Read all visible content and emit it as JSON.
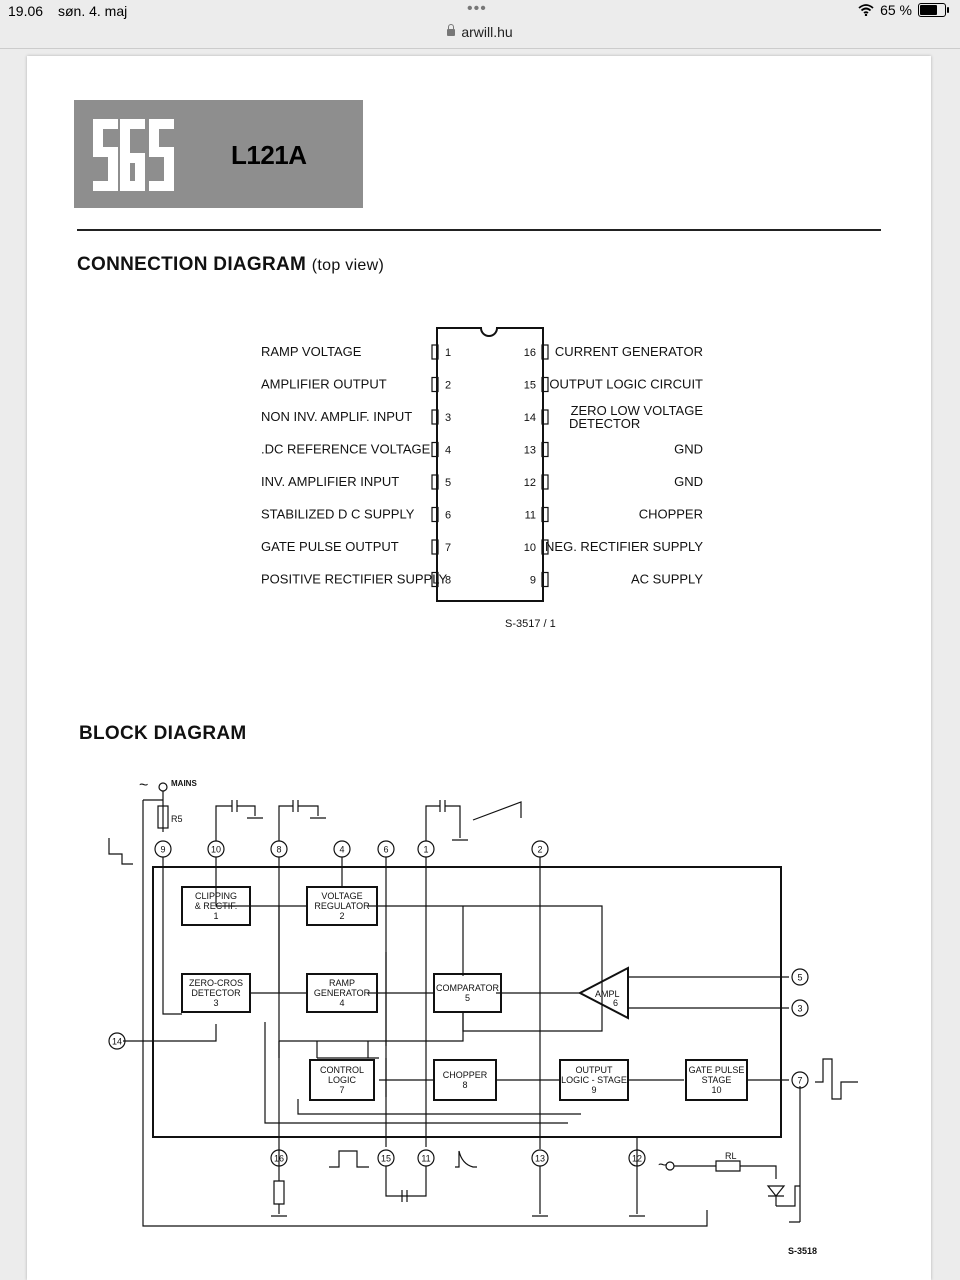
{
  "status_bar": {
    "time": "19.06",
    "date": "søn. 4. maj",
    "battery_percent": "65 %"
  },
  "browser": {
    "url": "arwill.hu"
  },
  "header": {
    "logo_text": "SGS",
    "part_number": "L121A"
  },
  "connection": {
    "title": "CONNECTION  DIAGRAM",
    "subtitle": "(top view)",
    "left_pins": [
      {
        "num": "1",
        "label": "RAMP    VOLTAGE"
      },
      {
        "num": "2",
        "label": "AMPLIFIER  OUTPUT"
      },
      {
        "num": "3",
        "label": "NON  INV.  AMPLIF. INPUT"
      },
      {
        "num": "4",
        "label": ".DC  REFERENCE  VOLTAGE"
      },
      {
        "num": "5",
        "label": "INV.  AMPLIFIER  INPUT"
      },
      {
        "num": "6",
        "label": "STABILIZED  D C  SUPPLY"
      },
      {
        "num": "7",
        "label": "GATE  PULSE  OUTPUT"
      },
      {
        "num": "8",
        "label": "POSITIVE RECTIFIER SUPPLY"
      }
    ],
    "right_pins": [
      {
        "num": "16",
        "label": "CURRENT GENERATOR",
        "label2": ""
      },
      {
        "num": "15",
        "label": "OUTPUT LOGIC CIRCUIT",
        "label2": ""
      },
      {
        "num": "14",
        "label": "ZERO LOW VOLTAGE",
        "label2": "DETECTOR"
      },
      {
        "num": "13",
        "label": "GND",
        "label2": ""
      },
      {
        "num": "12",
        "label": "GND",
        "label2": ""
      },
      {
        "num": "11",
        "label": "CHOPPER",
        "label2": ""
      },
      {
        "num": "10",
        "label": "NEG. RECTIFIER SUPPLY",
        "label2": ""
      },
      {
        "num": "9",
        "label": "AC SUPPLY",
        "label2": ""
      }
    ],
    "figure_code": "S-3517 / 1"
  },
  "block": {
    "title": "BLOCK  DIAGRAM",
    "mains_label": "MAINS",
    "rs_label": "R5",
    "rl_label": "RL",
    "figure_code": "S-3518",
    "blocks": [
      {
        "l1": "CLIPPING",
        "l2": "& RECTIF.",
        "l3": "1"
      },
      {
        "l1": "VOLTAGE",
        "l2": "REGULATOR",
        "l3": "2"
      },
      {
        "l1": "ZERO-CROS",
        "l2": "DETECTOR",
        "l3": "3"
      },
      {
        "l1": "RAMP",
        "l2": "GENERATOR",
        "l3": "4"
      },
      {
        "l1": "COMPARATOR",
        "l2": "5",
        "l3": ""
      },
      {
        "l1": "AMPL",
        "l2": "6",
        "l3": ""
      },
      {
        "l1": "CONTROL",
        "l2": "LOGIC",
        "l3": "7"
      },
      {
        "l1": "CHOPPER",
        "l2": "8",
        "l3": ""
      },
      {
        "l1": "OUTPUT",
        "l2": "LOGIC - STAGE",
        "l3": "9"
      },
      {
        "l1": "GATE  PULSE",
        "l2": "STAGE",
        "l3": "10"
      }
    ],
    "top_nodes": [
      "9",
      "10",
      "8",
      "4",
      "6",
      "1",
      "2"
    ],
    "right_nodes": [
      "5",
      "3",
      "7"
    ],
    "left_nodes": [
      "14"
    ],
    "bottom_nodes": [
      "16",
      "15",
      "11",
      "13",
      "12"
    ]
  }
}
